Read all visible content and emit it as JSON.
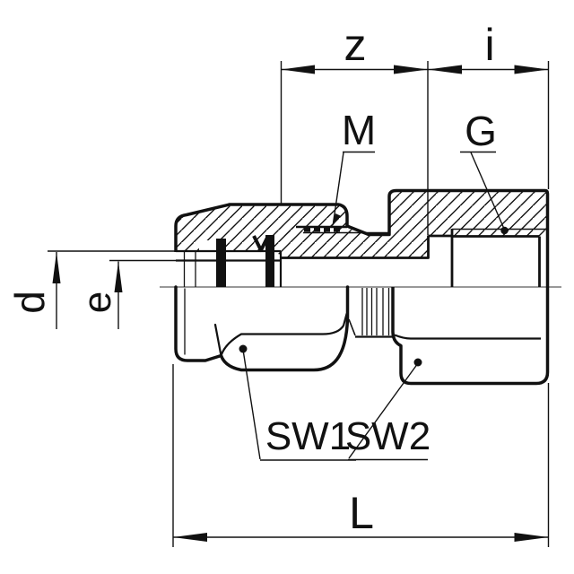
{
  "drawing": {
    "kind": "technical-section-drawing",
    "colors": {
      "line": "#111111",
      "background": "#ffffff"
    },
    "labels": {
      "dim_z": "z",
      "dim_i": "i",
      "thread_male": "M",
      "thread_female": "G",
      "dim_d": "d",
      "dim_e": "e",
      "wrench_flats_1": "SW1",
      "wrench_flats_2": "SW2",
      "dim_length": "L"
    }
  }
}
